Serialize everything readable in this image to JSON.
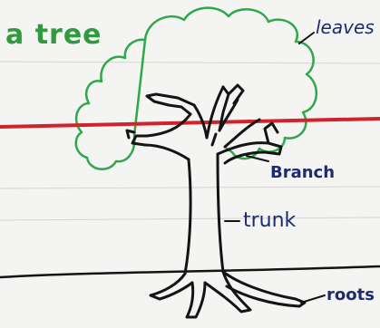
{
  "title": "a tree",
  "labels": {
    "leaves": "leaves",
    "branch": "Branch",
    "trunk": "trunk",
    "roots": "roots"
  },
  "colors": {
    "paper": "#f4f4f2",
    "title": "#2f9a3f",
    "canopy": "#2fa84a",
    "ink": "#141414",
    "label_ink": "#1d2b6e",
    "red_line": "#d3232a",
    "rule_lines": "#c9c9c9"
  }
}
